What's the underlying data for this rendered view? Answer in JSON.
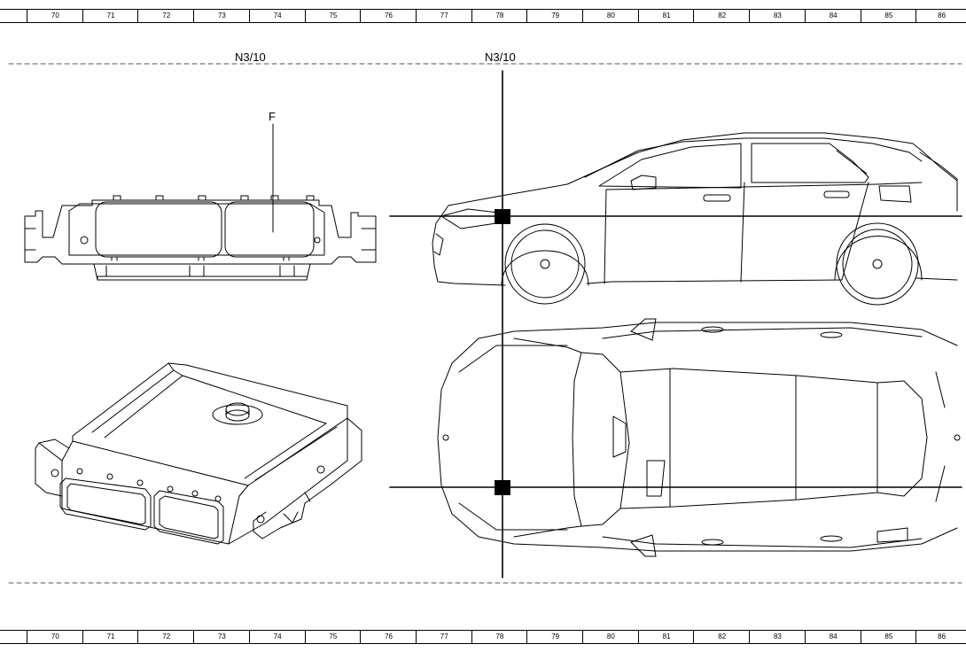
{
  "ruler": {
    "numbers": [
      "70",
      "71",
      "72",
      "73",
      "74",
      "75",
      "76",
      "77",
      "78",
      "79",
      "80",
      "81",
      "82",
      "83",
      "84",
      "85",
      "86"
    ]
  },
  "labels": {
    "component_left": "N3/10",
    "component_right": "N3/10",
    "view_letter": "F"
  }
}
